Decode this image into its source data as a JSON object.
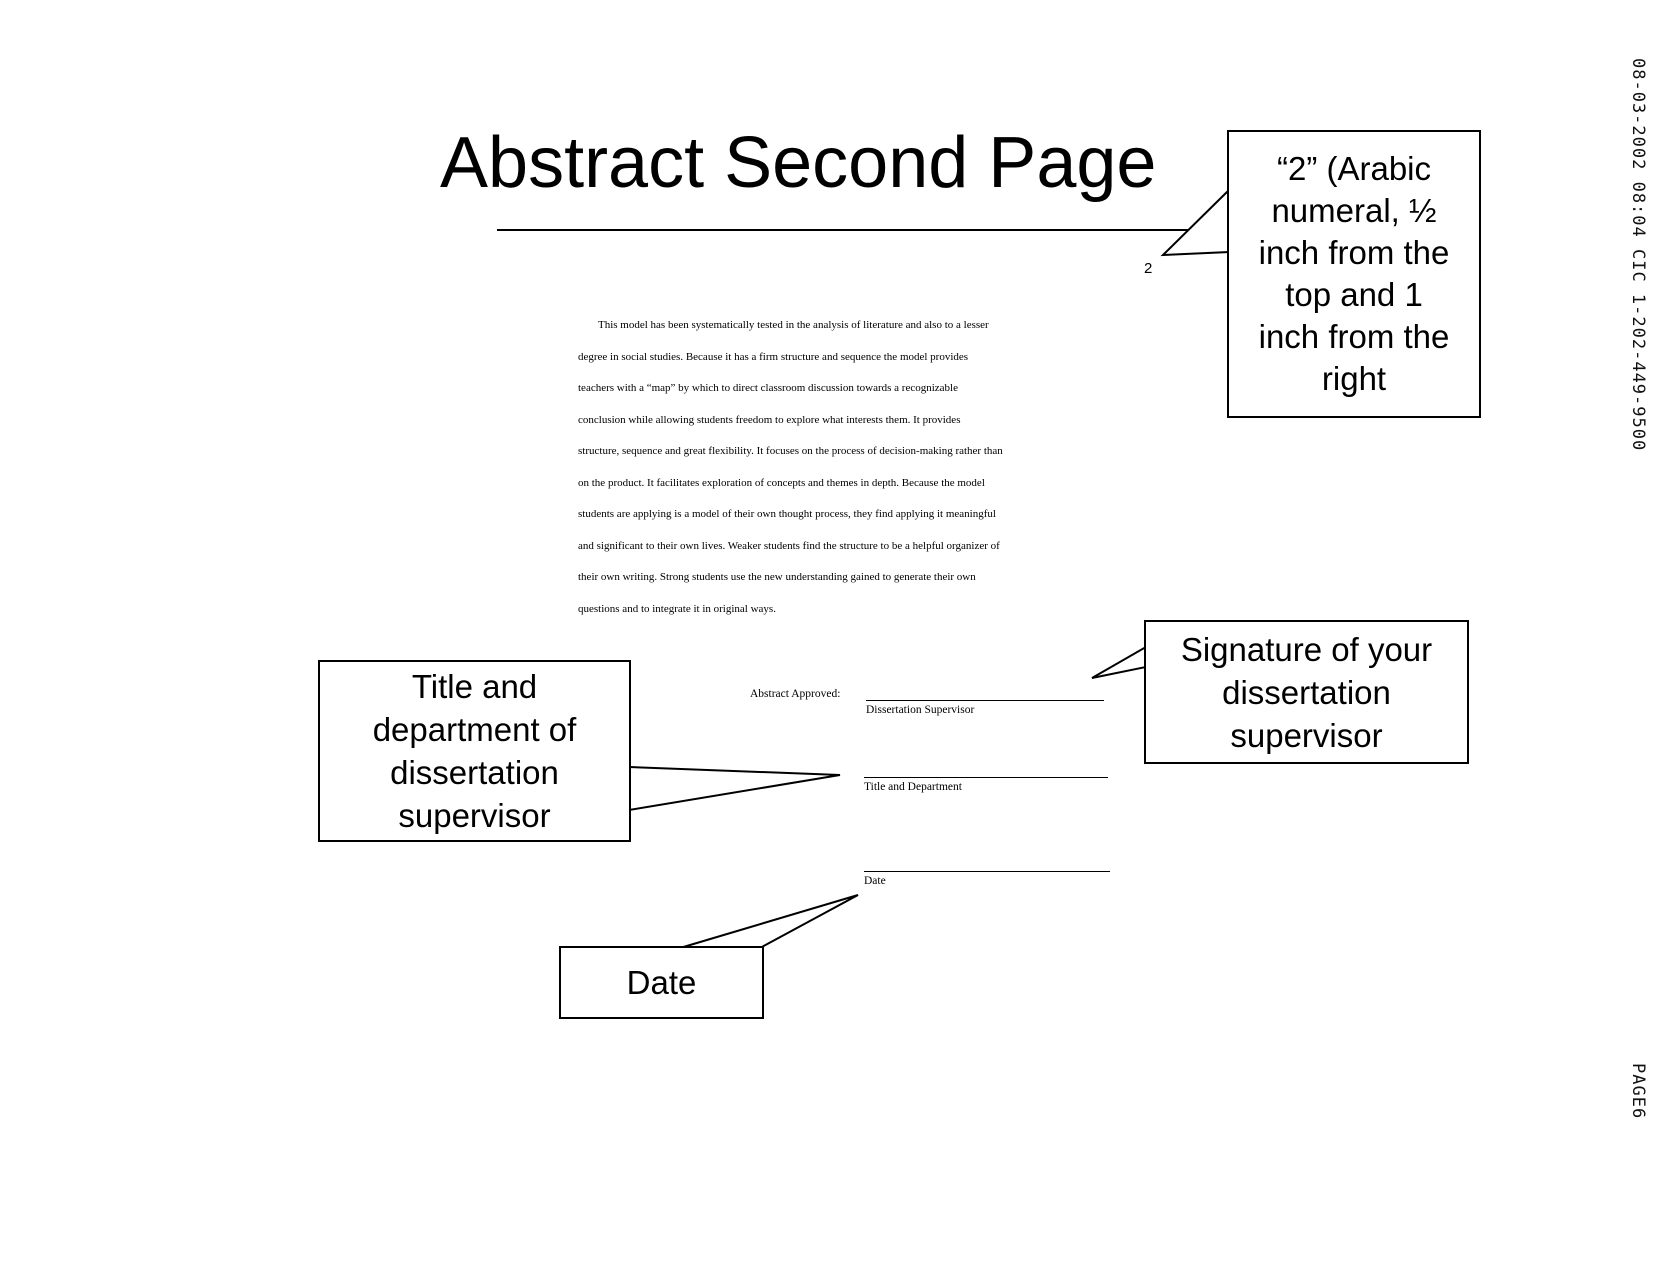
{
  "slide": {
    "title": "Abstract Second Page"
  },
  "document": {
    "page_number": "2",
    "abstract_lines": [
      "This model has been systematically tested in the analysis of literature and also to a lesser",
      "degree in social studies.  Because it has a firm structure and sequence the model provides",
      "teachers with a “map” by which to direct classroom discussion towards a recognizable",
      "conclusion while allowing students freedom to explore what interests them.  It provides",
      "structure, sequence and great flexibility.  It focuses on the process of decision-making rather than",
      "on the product.  It facilitates exploration of concepts and themes in depth.  Because the model",
      "students are applying is a model of their own thought process, they find applying it meaningful",
      "and significant to their own lives.  Weaker students find the structure to be a helpful organizer of",
      "their own writing.  Strong students use the new understanding gained to generate their own",
      "questions and to integrate it in original ways."
    ],
    "signature_block": {
      "approved_label": "Abstract Approved:",
      "supervisor_label": "Dissertation Supervisor",
      "title_dept_label": "Title and Department",
      "date_label": "Date"
    }
  },
  "callouts": {
    "page_number": [
      "“2” (Arabic",
      "numeral, ½",
      "inch from the",
      "top and 1",
      "inch from the",
      "right"
    ],
    "signature": [
      "Signature of your",
      "dissertation",
      "supervisor"
    ],
    "title_dept": [
      "Title and",
      "department of",
      "dissertation",
      "supervisor"
    ],
    "date": [
      "Date"
    ]
  },
  "fax": {
    "header": "08-03-2002 08:04   CIC 1-202-449-9500",
    "page": "PAGE6"
  }
}
